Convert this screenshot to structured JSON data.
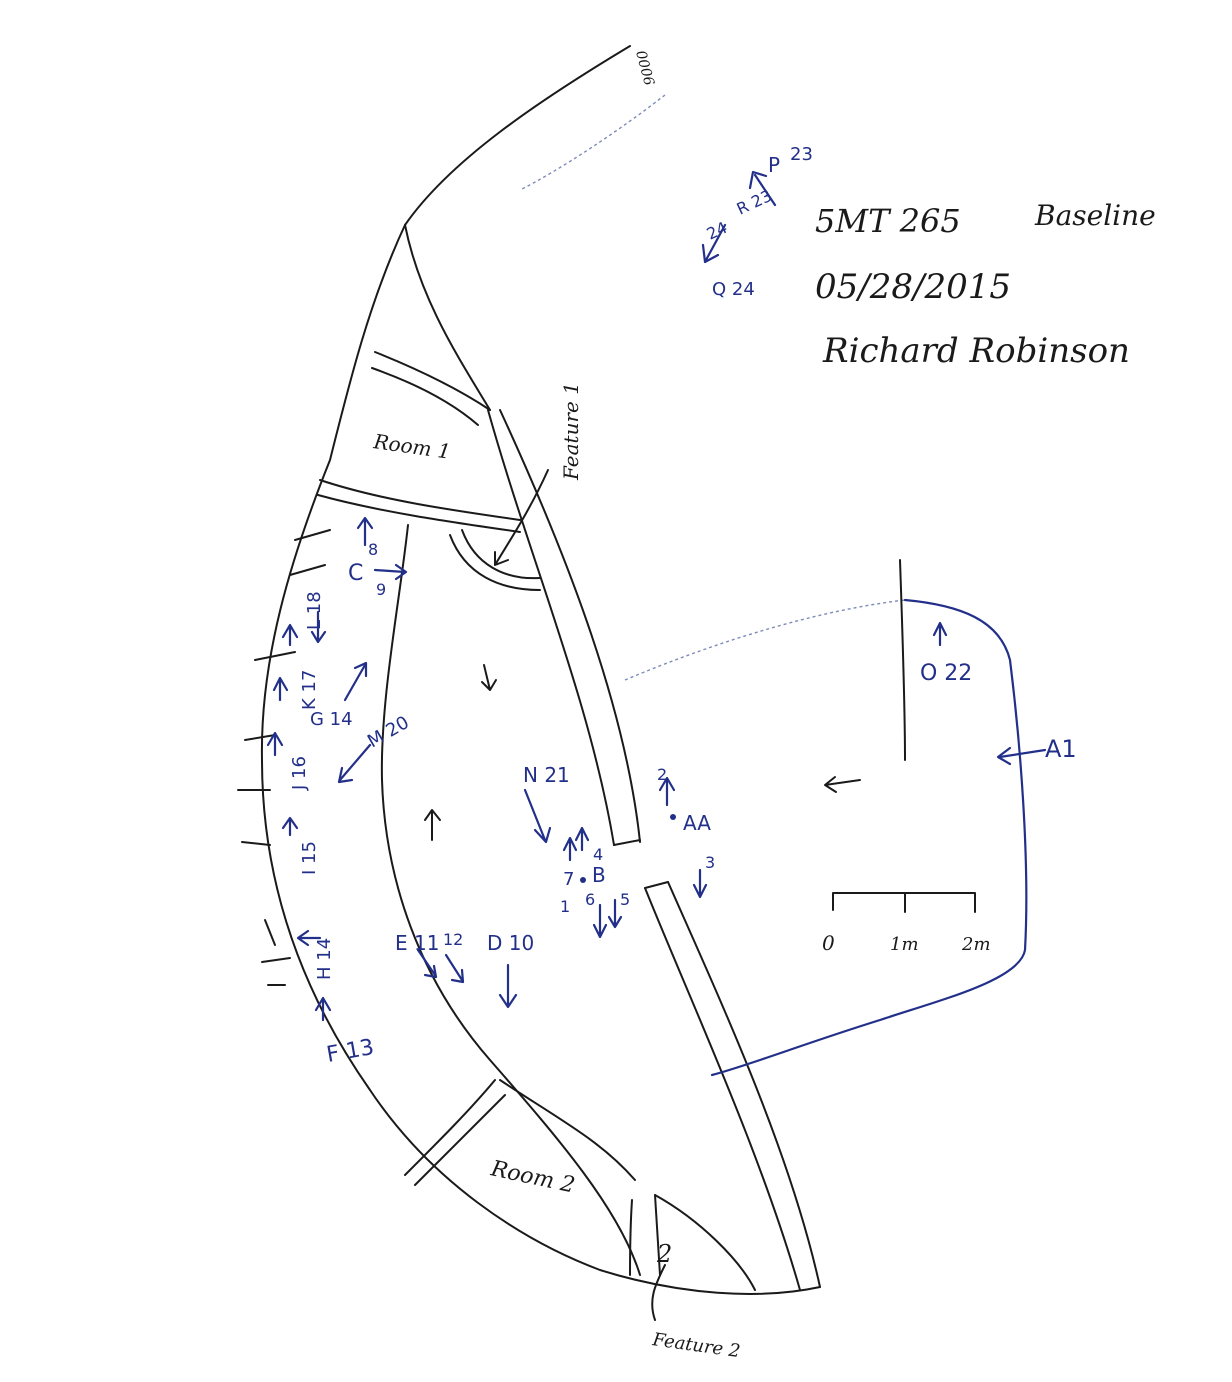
{
  "header": {
    "site": "5MT 265",
    "phase": "Baseline",
    "date": "05/28/2015",
    "recorder": "Richard Robinson"
  },
  "features": {
    "room1": "Room 1",
    "room2": "Room 2",
    "feature1": "Feature 1",
    "feature2": "Feature 2",
    "feature2_number": "2",
    "photo_roll": "0006"
  },
  "scale_bar": {
    "ticks": [
      "0",
      "1m",
      "2m"
    ]
  },
  "photo_points": {
    "A": "A1",
    "AA": "AA",
    "B": "B",
    "C": "C",
    "C8": "8",
    "C9": "9",
    "D": "D 10",
    "E": "E 11",
    "E12": "12",
    "F": "F 13",
    "G": "G 14",
    "H": "H 14",
    "I": "I 15",
    "J": "J 16",
    "K": "K 17",
    "L": "L 18",
    "M": "M 20",
    "N": "N 21",
    "O": "O 22",
    "P": "P",
    "P23": "23",
    "R23": "R 23",
    "Q24": "Q 24",
    "S24": "24",
    "AA2": "2",
    "AA3": "3",
    "B4": "4",
    "B5": "5",
    "B6": "6",
    "B7": "7",
    "B1": "1"
  },
  "colors": {
    "pencil": "#1a1a1a",
    "pen": "#23308a"
  }
}
